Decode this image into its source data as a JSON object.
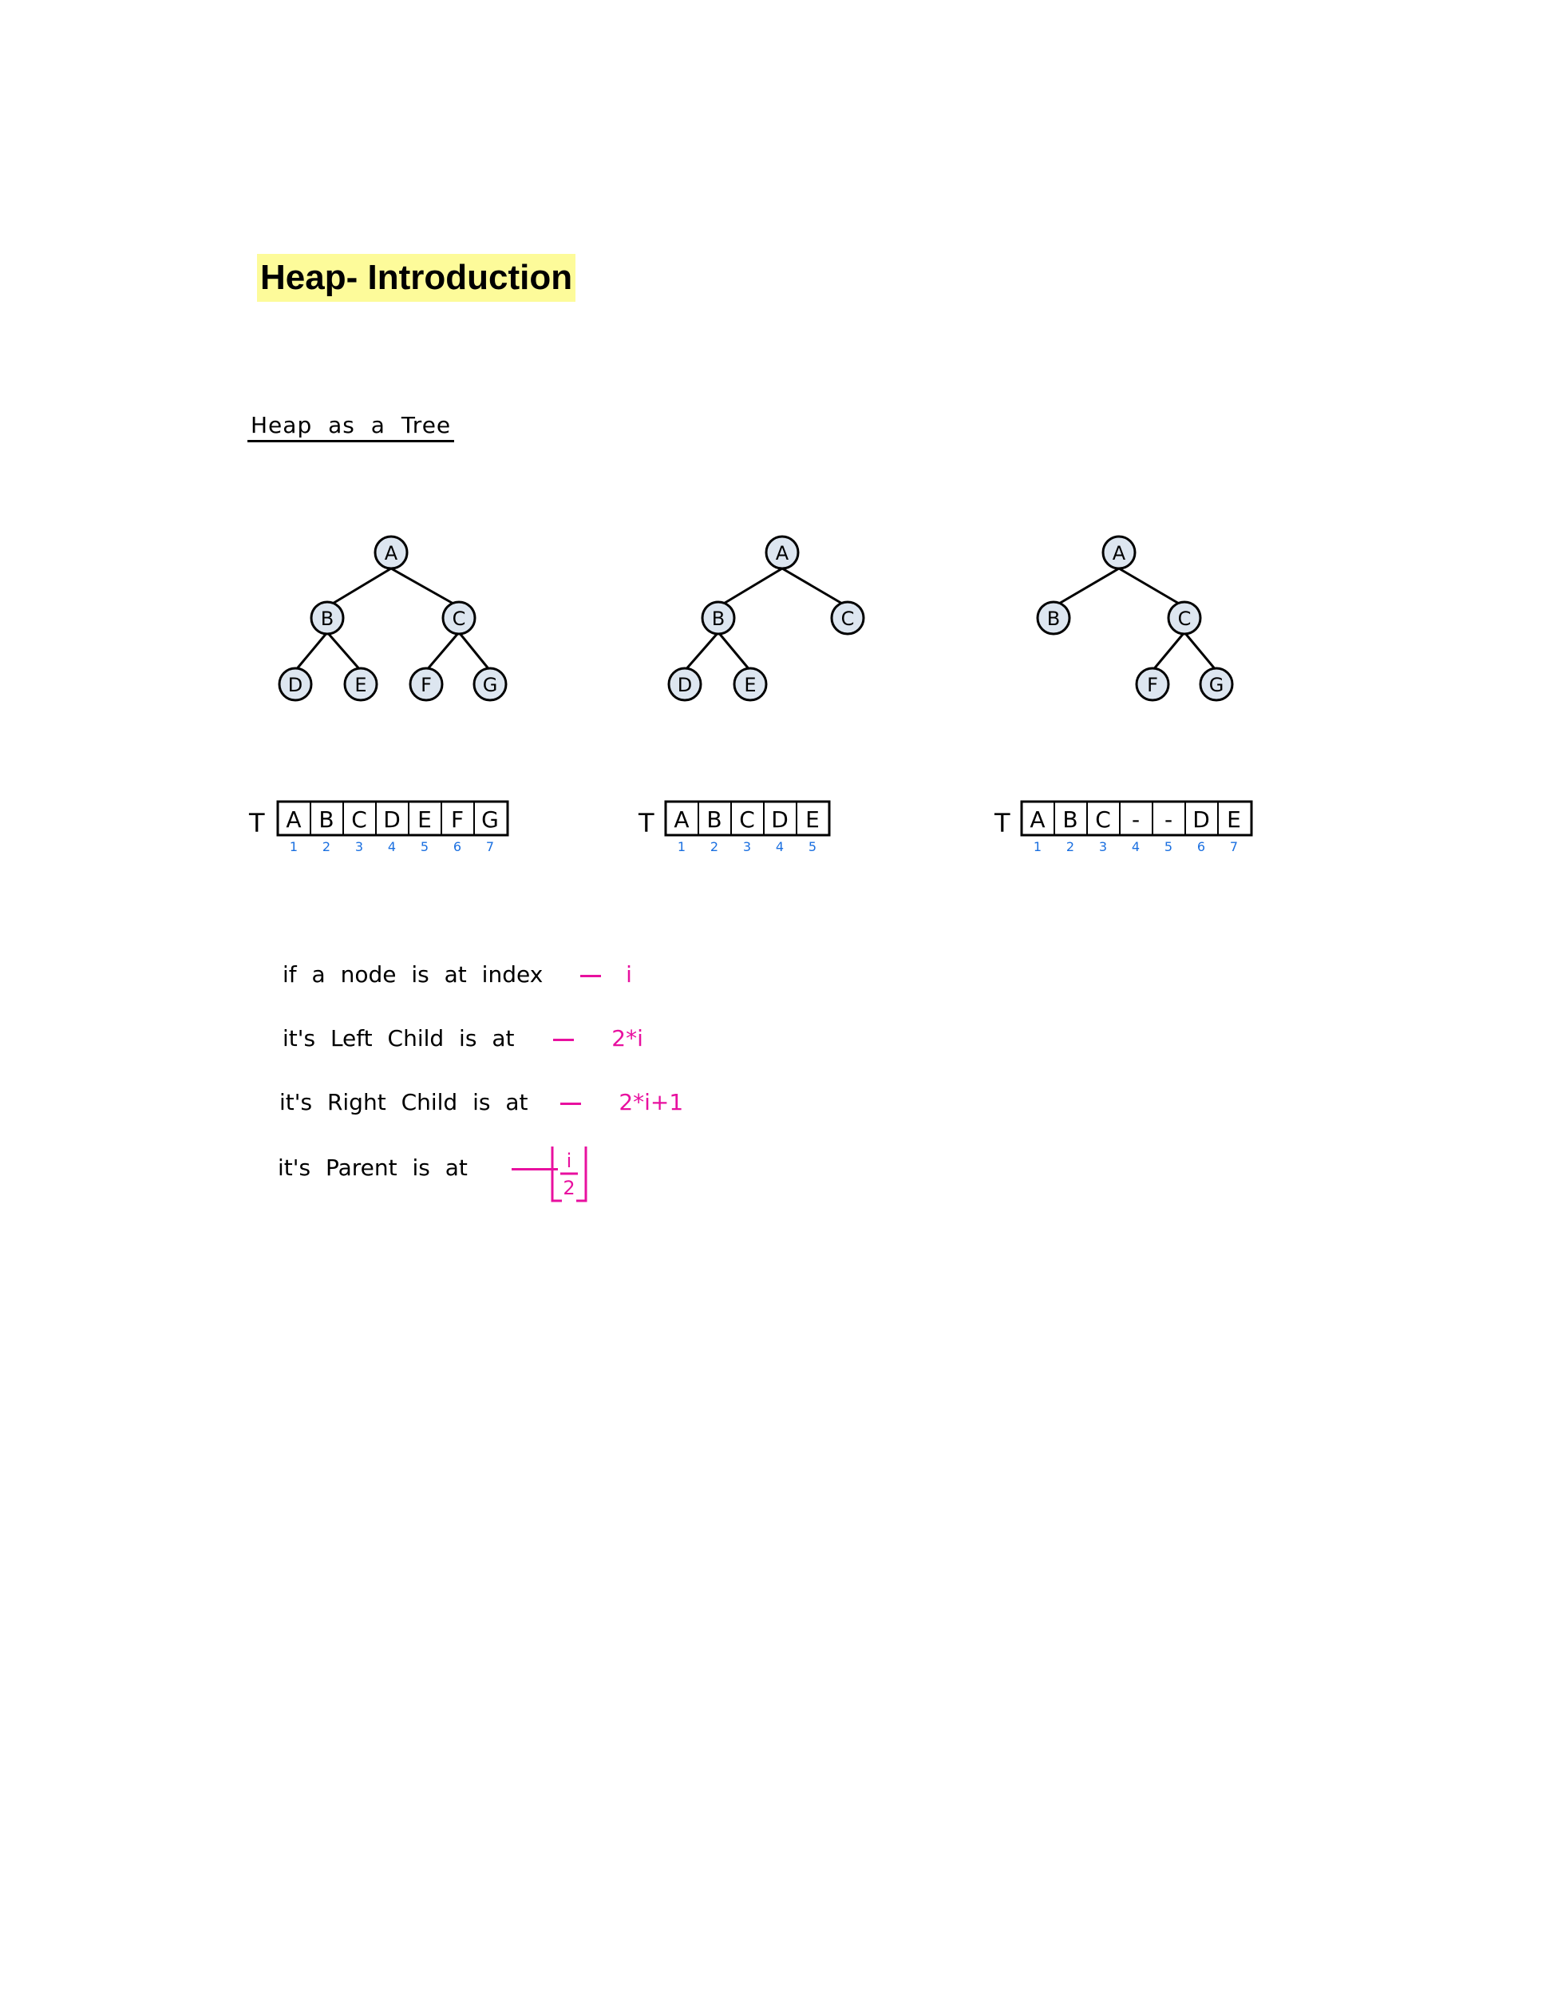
{
  "page": {
    "title": "Heap- Introduction",
    "section_heading": "Heap as a Tree"
  },
  "colors": {
    "title_highlight": "#fdfb9a",
    "node_fill": "#dde6f0",
    "index_blue": "#1a6fe0",
    "formula_pink": "#e8109f"
  },
  "diagrams": [
    {
      "array_label": "T",
      "nodes": [
        "A",
        "B",
        "C",
        "D",
        "E",
        "F",
        "G"
      ],
      "cells": [
        "A",
        "B",
        "C",
        "D",
        "E",
        "F",
        "G"
      ],
      "indices": [
        "1",
        "2",
        "3",
        "4",
        "5",
        "6",
        "7"
      ]
    },
    {
      "array_label": "T",
      "nodes": [
        "A",
        "B",
        "C",
        "D",
        "E"
      ],
      "cells": [
        "A",
        "B",
        "C",
        "D",
        "E"
      ],
      "indices": [
        "1",
        "2",
        "3",
        "4",
        "5"
      ]
    },
    {
      "array_label": "T",
      "nodes": [
        "A",
        "B",
        "C",
        "F",
        "G"
      ],
      "cells": [
        "A",
        "B",
        "C",
        "-",
        "-",
        "D",
        "E"
      ],
      "indices": [
        "1",
        "2",
        "3",
        "4",
        "5",
        "6",
        "7"
      ]
    }
  ],
  "formulas": [
    {
      "text": "if a node is at index",
      "value": "i"
    },
    {
      "text": "it's Left Child is at",
      "value": "2*i"
    },
    {
      "text": "it's Right Child is at",
      "value": "2*i+1"
    },
    {
      "text": "it's Parent is at",
      "numerator": "i",
      "denominator": "2"
    }
  ]
}
